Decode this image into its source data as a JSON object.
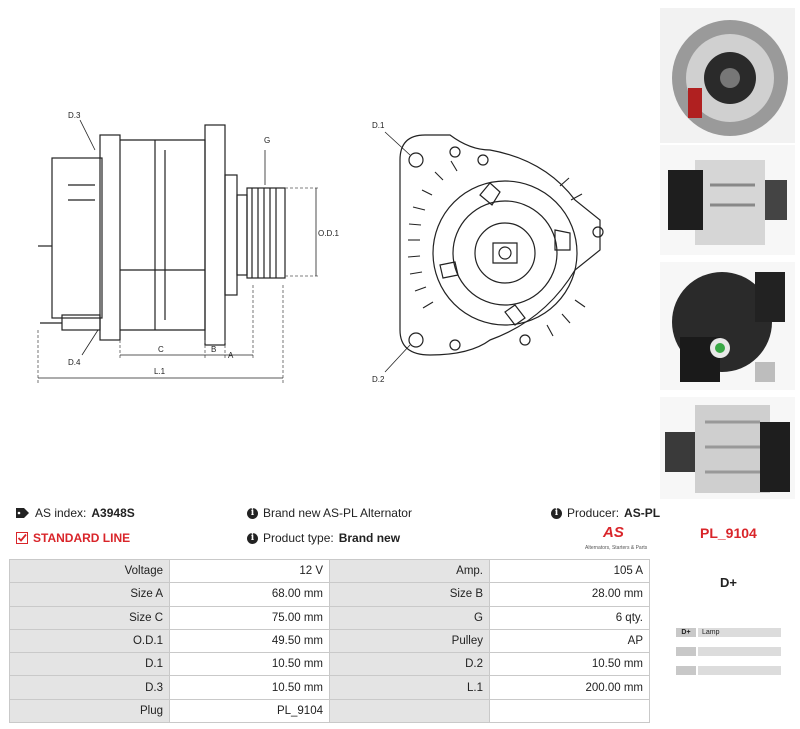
{
  "drawing": {
    "labels": {
      "d3": "D.3",
      "d4": "D.4",
      "g": "G",
      "od1": "O.D.1",
      "c": "C",
      "b": "B",
      "a": "A",
      "l1": "L.1",
      "d1": "D.1",
      "d2": "D.2"
    }
  },
  "info": {
    "as_index_label": "AS index:",
    "as_index_value": "A3948S",
    "standard_line": "STANDARD LINE",
    "brand_text": "Brand new AS-PL Alternator",
    "product_type_label": "Product type:",
    "product_type_value": "Brand new",
    "producer_label": "Producer:",
    "producer_value": "AS-PL"
  },
  "logo": {
    "mark": "AS",
    "tagline": "Alternators, Starters & Parts"
  },
  "specs": [
    [
      "Voltage",
      "12 V",
      "Amp.",
      "105 A"
    ],
    [
      "Size A",
      "68.00 mm",
      "Size B",
      "28.00 mm"
    ],
    [
      "Size C",
      "75.00 mm",
      "G",
      "6 qty."
    ],
    [
      "O.D.1",
      "49.50 mm",
      "Pulley",
      "AP"
    ],
    [
      "D.1",
      "10.50 mm",
      "D.2",
      "10.50 mm"
    ],
    [
      "D.3",
      "10.50 mm",
      "L.1",
      "200.00 mm"
    ],
    [
      "Plug",
      "PL_9104",
      "",
      ""
    ]
  ],
  "plug": {
    "code": "PL_9104",
    "terminal": "D+",
    "pins": [
      {
        "pin": "D+",
        "desc": "Lamp"
      },
      {
        "pin": "",
        "desc": ""
      },
      {
        "pin": "",
        "desc": ""
      }
    ]
  },
  "colors": {
    "accent": "#d9252a",
    "key_cell": "#e4e4e4"
  }
}
